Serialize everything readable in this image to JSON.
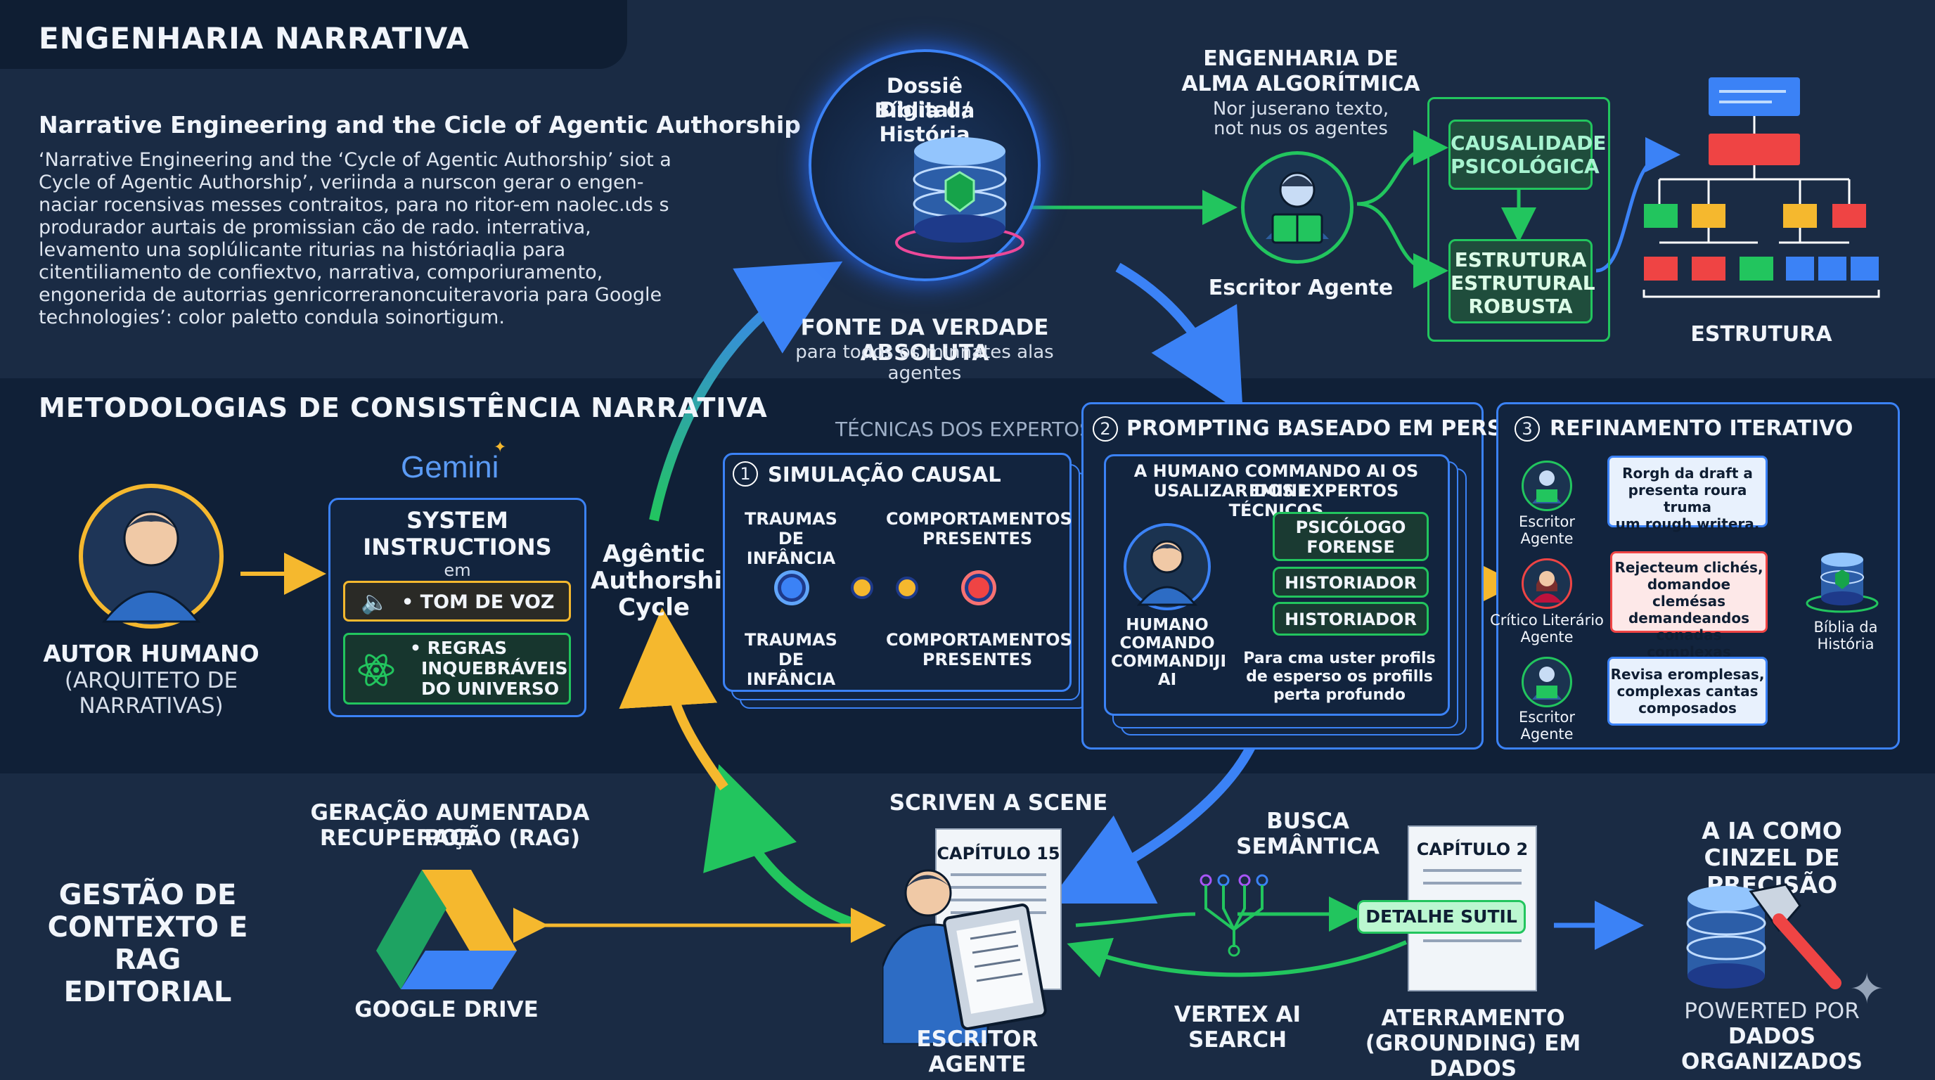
{
  "header": {
    "title": "ENGENHARIA NARRATIVA",
    "subtitle": "Narrative Engineering and the Cicle of Agentic Authorship",
    "paragraph": "‘Narrative Engineering and the  ‘Cycle of Agentic Authorship’ siot a Cycle of Agentic Authorship’, veriinda a nurscon gerar o engen-naciar rocensivas messes contraitos, para no ritor-em naolec.ιds s produrador aurtais de promissian cão de rado. interrativa, levamento una soplúlicante riturias na históriaqlia para citentiliamento de confiextvo, narrativa, comporiuramento, engonerida de autorrias genricorreranoncuiteravoria para Google technologies’: color paletto condula soinortigum."
  },
  "dossier": {
    "title_line1": "Dossiê Digital /",
    "title_line2": "Bíblia da História",
    "caption_bold": "FONTE DA VERDADE ABSOLUTA",
    "caption_sub": "para todos os minnates alas agentes"
  },
  "soul": {
    "title_line1": "ENGENHARIA DE",
    "title_line2": "ALMA ALGORÍTMICA",
    "sub_line1": "Nor juserano texto,",
    "sub_line2": "not nus os agentes",
    "agent_label": "Escritor Agente",
    "causal_line1": "CAUSALIDADE",
    "causal_line2": "PSICOLÓGICA",
    "struct_line1": "ESTRUTURA",
    "struct_line2": "ESTRUTURAL",
    "struct_line3": "ROBUSTA",
    "tree_label": "ESTRUTURA"
  },
  "methods": {
    "title": "METODOLOGIAS DE CONSISTÊNCIA NARRATIVA",
    "author_label": "AUTOR HUMANO",
    "author_sub1": "(ARQUITETO DE",
    "author_sub2": "NARRATIVAS)",
    "gemini": "Gemini",
    "sys_line1": "SYSTEM",
    "sys_line2": "INSTRUCTIONS",
    "sys_em": "em",
    "tom": "• TOM DE VOZ",
    "regras_line1": "• REGRAS",
    "regras_line2": "INQUEBRÁVEIS",
    "regras_line3": "DO UNIVERSO",
    "cycle_line1": "Agêntic",
    "cycle_line2": "Authorship",
    "cycle_line3": "Cycle",
    "tecnicas": "TÉCNICAS DOS EXPERTOS"
  },
  "panel1": {
    "num": "1",
    "title": "SIMULAÇÃO CAUSAL",
    "traumas_top1": "TRAUMAS",
    "traumas_top2": "DE INFÂNCIA",
    "comp_top1": "COMPORTAMENTOS",
    "comp_top2": "PRESENTES",
    "traumas_bot1": "TRAUMAS",
    "traumas_bot2": "DE INFÂNCIA",
    "comp_bot1": "COMPORTAMENTOS",
    "comp_bot2": "PRESENTES"
  },
  "panel2": {
    "num": "2",
    "title": "PROMPTING BASEADO EM PERSONA",
    "sub_line1": "A HUMANO COMMANDO AI OS EMINI",
    "sub_line2": "USALIZAR DOS EXPERTOS TÉCNICOS",
    "human_line1": "HUMANO",
    "human_line2": "COMANDO",
    "human_line3": "COMMANDIJI",
    "human_line4": "AI",
    "opt1_line1": "PSICÓLOGO",
    "opt1_line2": "FORENSE",
    "opt2": "HISTORIADOR",
    "opt3": "HISTORIADOR",
    "note_line1": "Para cma uster profils",
    "note_line2": "de esperso os profills",
    "note_line3": "perta profundo"
  },
  "panel3": {
    "num": "3",
    "title": "REFINAMENTO ITERATIVO",
    "agent1_line1": "Escritor",
    "agent1_line2": "Agente",
    "msg1_line1": "Rorgh da draft a",
    "msg1_line2": "presenta roura truma",
    "msg1_line3": "um rough writera.",
    "critic_line1": "Crítico Literário",
    "critic_line2": "Agente",
    "msg2_line1": "Rejecteum clichés,",
    "msg2_line2": "domandoe clemésas",
    "msg2_line3": "demandeandos",
    "msg2_line4": "conadas complexas",
    "agent3_line1": "Escritor",
    "agent3_line2": "Agente",
    "msg3_line1": "Revisa eromplesas,",
    "msg3_line2": "complexas cantas",
    "msg3_line3": "composados",
    "bible_line1": "Bíblia da",
    "bible_line2": "História"
  },
  "bottom": {
    "gestao_line1": "GESTÃO DE",
    "gestao_line2": "CONTEXTO E",
    "gestao_line3": "RAG EDITORIAL",
    "rag_line1": "GERAÇÃO AUMENTADA POR",
    "rag_line2": "RECUPERAÇÃO (RAG)",
    "drive": "GOOGLE DRIVE",
    "scene": "SCRIVEN A SCENE",
    "chapter15": "CAPÍTULO 15",
    "writer": "ESCRITOR AGENTE",
    "busca_line1": "BUSCA",
    "busca_line2": "SEMÂNTICA",
    "chapter2": "CAPÍTULO 2",
    "detalhe": "DETALHE SUTIL",
    "vertex": "VERTEX AI SEARCH",
    "ater_line1": "ATERRAMENTO",
    "ater_line2": "(GROUNDING) EM DADOS",
    "ia_line1": "A IA COMO",
    "ia_line2": "CINZEL DE PRECISÃO",
    "powered_line1": "POWERTED POR",
    "powered_line2": "DADOS ORGANIZADOS"
  },
  "colors": {
    "blue": "#3b82f6",
    "green": "#22c55e",
    "yellow": "#f5b82e",
    "red": "#ef4444",
    "background": "#16263d"
  }
}
